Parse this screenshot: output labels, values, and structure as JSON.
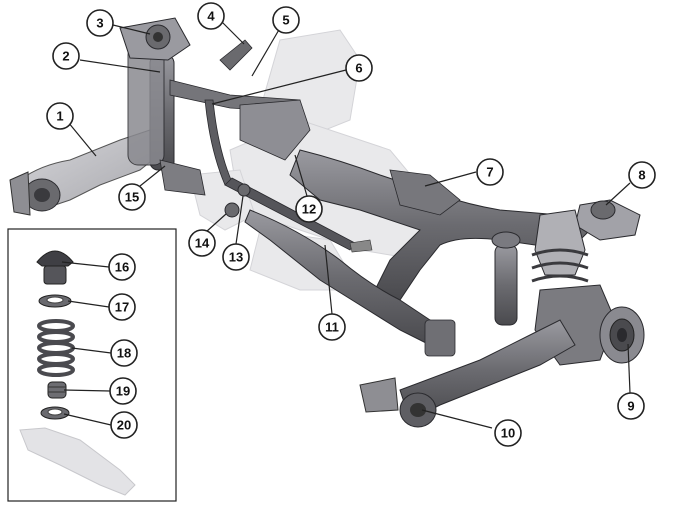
{
  "diagram": {
    "callouts": [
      {
        "label": "1"
      },
      {
        "label": "2"
      },
      {
        "label": "3"
      },
      {
        "label": "4"
      },
      {
        "label": "5"
      },
      {
        "label": "6"
      },
      {
        "label": "7"
      },
      {
        "label": "8"
      },
      {
        "label": "9"
      },
      {
        "label": "10"
      },
      {
        "label": "11"
      },
      {
        "label": "12"
      },
      {
        "label": "13"
      },
      {
        "label": "14"
      },
      {
        "label": "15"
      },
      {
        "label": "16"
      },
      {
        "label": "17"
      },
      {
        "label": "18"
      },
      {
        "label": "19"
      },
      {
        "label": "20"
      }
    ]
  },
  "colors": {
    "part_dark": "#5a5a5e",
    "part_mid": "#8a8a8f",
    "part_light": "#c4c4c8",
    "ghost": "#e6e6e8",
    "outline": "#222222"
  }
}
